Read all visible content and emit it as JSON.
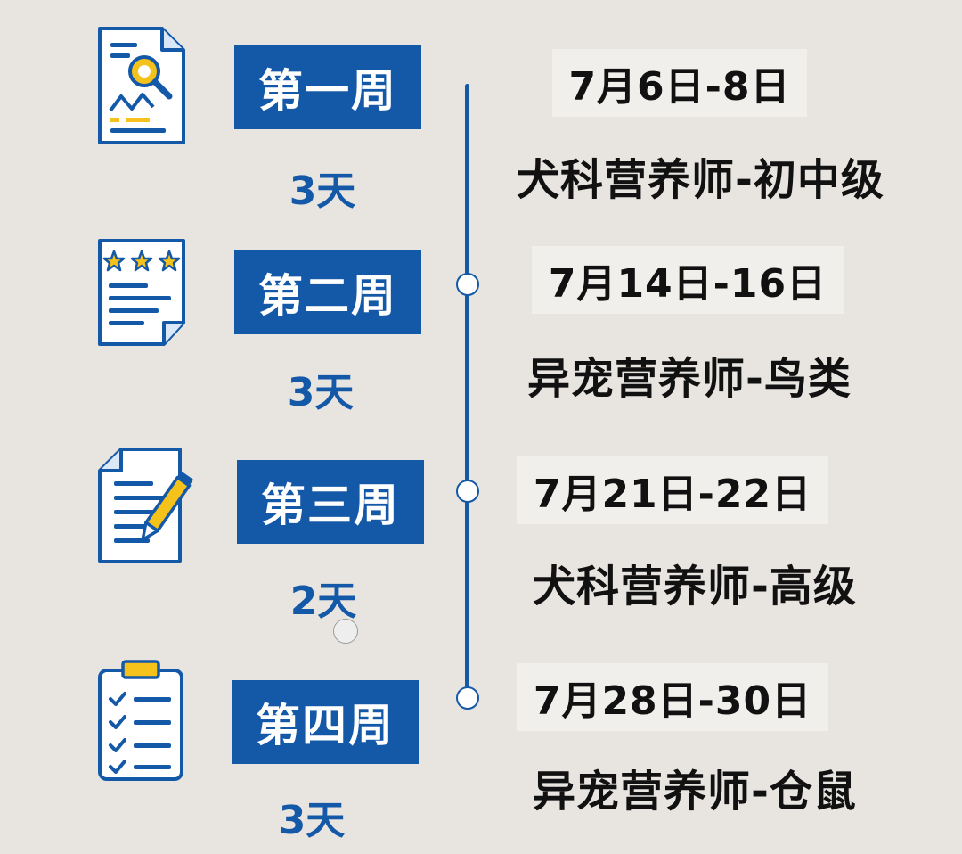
{
  "colors": {
    "background": "#e8e5e1",
    "accent": "#1458a8",
    "chip": "#f1efec",
    "icon_yellow": "#f5c21b"
  },
  "weeks": [
    {
      "label": "第一周",
      "days": "3天",
      "date": "7月6日-8日",
      "course": "犬科营养师-初中级",
      "icon": "report-search-icon"
    },
    {
      "label": "第二周",
      "days": "3天",
      "date": "7月14日-16日",
      "course": "异宠营养师-鸟类",
      "icon": "rating-document-icon"
    },
    {
      "label": "第三周",
      "days": "2天",
      "date": "7月21日-22日",
      "course": "犬科营养师-高级",
      "icon": "document-pencil-icon"
    },
    {
      "label": "第四周",
      "days": "3天",
      "date": "7月28日-30日",
      "course": "异宠营养师-仓鼠",
      "icon": "clipboard-checklist-icon"
    }
  ]
}
